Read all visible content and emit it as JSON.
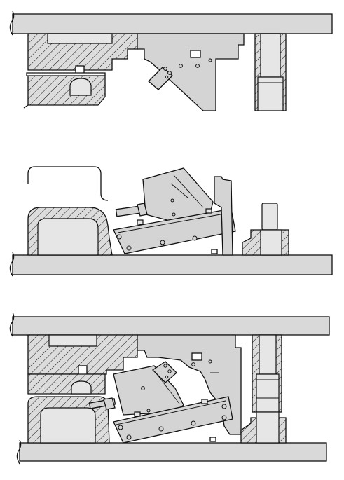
{
  "figure": {
    "stages": [
      {
        "id": "open"
      },
      {
        "id": "part-loaded"
      },
      {
        "id": "closed"
      }
    ],
    "colors": {
      "metal": "#d4d4d4",
      "plate": "#d9d9d9",
      "hatch": "#111111",
      "background": "#ffffff"
    }
  }
}
